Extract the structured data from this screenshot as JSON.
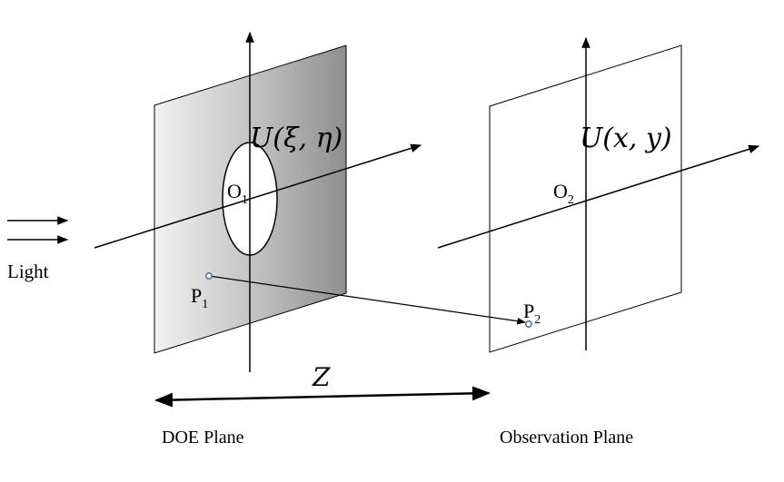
{
  "light_label": "Light",
  "doe_plane": {
    "label": "DOE Plane",
    "field": "U(ξ, η)",
    "origin": "O",
    "origin_sub": "1",
    "point": "P",
    "point_sub": "1",
    "fill_color": "#9a9a9a"
  },
  "observation_plane": {
    "label": "Observation Plane",
    "field": "U(x, y)",
    "origin": "O",
    "origin_sub": "2",
    "point": "P",
    "point_sub": "2"
  },
  "distance_label": "Z"
}
